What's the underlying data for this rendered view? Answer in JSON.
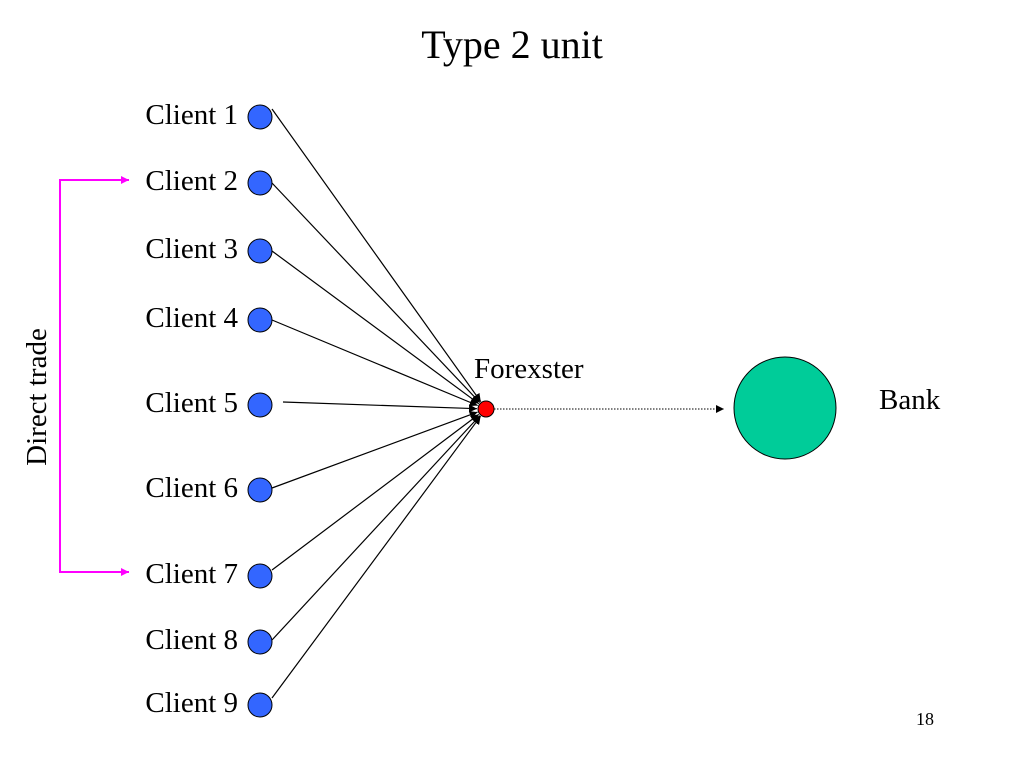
{
  "slide": {
    "title": "Type 2 unit",
    "page_number": "18"
  },
  "clients": [
    {
      "label": "Client 1"
    },
    {
      "label": "Client 2"
    },
    {
      "label": "Client 3"
    },
    {
      "label": "Client 4"
    },
    {
      "label": "Client 5"
    },
    {
      "label": "Client 6"
    },
    {
      "label": "Client 7"
    },
    {
      "label": "Client 8"
    },
    {
      "label": "Client 9"
    }
  ],
  "hub": {
    "label": "Forexster"
  },
  "bank": {
    "label": "Bank"
  },
  "direct_trade": {
    "label": "Direct trade",
    "from": "Client 2",
    "to": "Client 7"
  },
  "colors": {
    "client_node": "#3366ff",
    "hub_node": "#ff0000",
    "bank_node": "#00cc99",
    "direct_trade_line": "#ff00ff",
    "edge": "#000000"
  }
}
